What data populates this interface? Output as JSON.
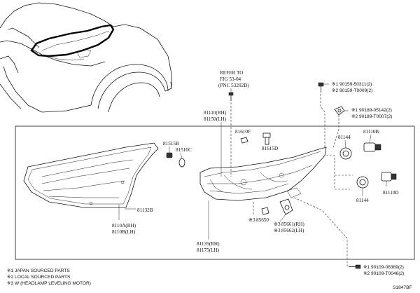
{
  "callouts": {
    "refer_to_l1": "REFER TO",
    "refer_to_l2": "FIG 53-04",
    "refer_to_l3": "(PNC 53202D)",
    "p81110rh": "81110(RH)",
    "p81150lh": "81150(LH)",
    "p81610f": "81610F",
    "p81615d": "81615D",
    "p81515b": "81515B",
    "p81510c": "81510C",
    "p81144a": "81144",
    "p81144b": "81144",
    "p81110b": "81110B",
    "p81110d": "81110D",
    "p81132b": "81132B",
    "p8110a_rh": "8110A(RH)",
    "p8110b_lh": "8110B(LH)",
    "p85650": "85650",
    "p85661_rh": "85661(RH)",
    "p85662_lh": "85662(LH)",
    "p81135_rh": "81135(RH)",
    "p81175_lh": "81175(LH)",
    "mark_3a": "※3",
    "mark_3b": "※3",
    "mark_3c": "※3",
    "screw_top_1": "※1  90159-50311(2)",
    "screw_top_2": "※2  90159-T0009(2)",
    "clip_1": "※1  90189-05142(2)",
    "clip_2": "※2  90189-T0007(2)",
    "screw_bottom_1": "※1  90109-06389(2)",
    "screw_bottom_2": "※2  90109-T0046(2)"
  },
  "notes": {
    "note1": "※1 JAPAN SOURCED PARTS",
    "note2": "※2 LOCAL SOURCED PARTS",
    "note3": "※3 W (HEADLAMP LEVELING MOTOR)"
  },
  "figure_code": "S1847BF"
}
